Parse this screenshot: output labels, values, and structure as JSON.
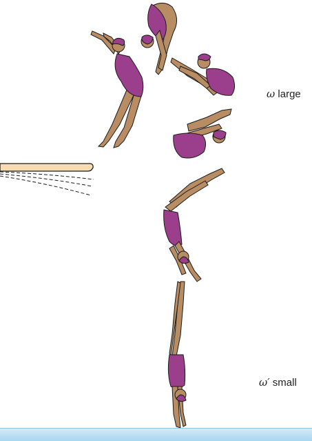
{
  "labels": {
    "top": {
      "symbol": "ω",
      "text": " large"
    },
    "bottom": {
      "symbol": "ω′",
      "text": " small"
    }
  },
  "colors": {
    "skin": "#b98d64",
    "skin_outline": "#1a1a1a",
    "suit": "#9b3f8c",
    "suit_dark": "#6f2a64",
    "board": "#f7dcb2",
    "water_top": "#cfe8f7",
    "water_bottom": "#a7d6f1"
  }
}
